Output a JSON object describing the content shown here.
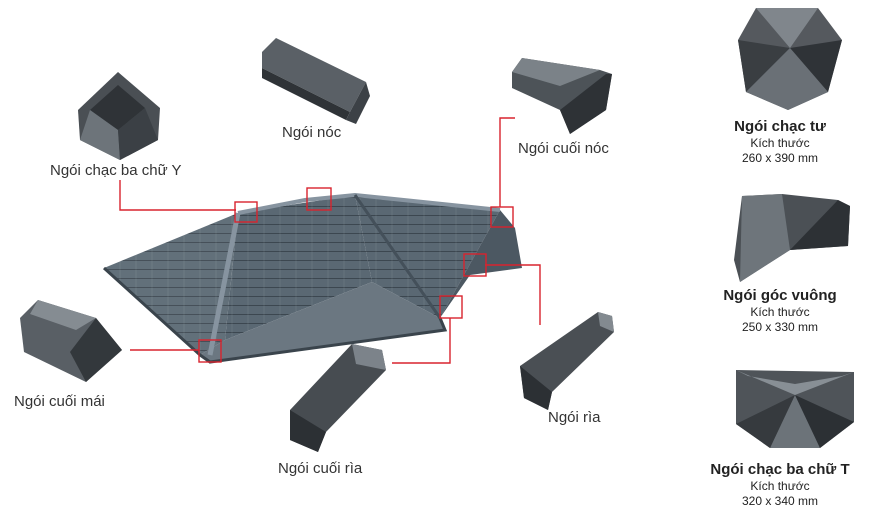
{
  "labels": {
    "chac_ba_y": "Ngói chạc ba chữ Y",
    "noc": "Ngói nóc",
    "cuoi_noc": "Ngói cuối nóc",
    "cuoi_mai": "Ngói cuối mái",
    "cuoi_ria": "Ngói cuối rìa",
    "ria": "Ngói rìa"
  },
  "cards": [
    {
      "title": "Ngói chạc tư",
      "subtitle": "Kích thước",
      "dims": "260 x 390 mm"
    },
    {
      "title": "Ngói góc vuông",
      "subtitle": "Kích thước",
      "dims": "250 x 330 mm"
    },
    {
      "title": "Ngói chạc ba chữ T",
      "subtitle": "Kích thước",
      "dims": "320 x 340 mm"
    }
  ],
  "colors": {
    "leader": "#d9232e",
    "roof": "#56646f",
    "tile_dark": "#3f4347",
    "tile_light": "#8a9096"
  }
}
